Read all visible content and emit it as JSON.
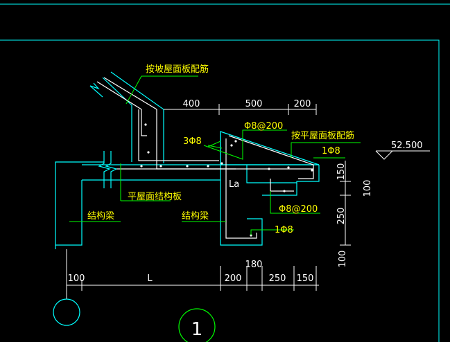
{
  "labels": {
    "slope_roof_rebar": "按坡屋面板配筋",
    "flat_roof_rebar": "按平屋面板配筋",
    "flat_roof_slab": "平屋面结构板",
    "beam_left": "结构梁",
    "beam_mid": "结构梁",
    "rebar_3phi8": "3Φ8",
    "rebar_phi8_200_top": "Φ8@200",
    "rebar_1phi8_top": "1Φ8",
    "rebar_phi8_200_mid": "Φ8@200",
    "rebar_1phi8_bottom": "1Φ8",
    "la": "La",
    "elevation": "52.500",
    "section_number": "1"
  },
  "top_dims": [
    "400",
    "500",
    "200"
  ],
  "right_dims": [
    "150",
    "100",
    "250",
    "100"
  ],
  "bottom_dims": [
    "100",
    "L",
    "200",
    "250",
    "150"
  ],
  "dim_180": "180",
  "colors": {
    "background": "#000000",
    "frame": "#00ffff",
    "concrete": "#00ffff",
    "rebar": "#ffffff",
    "leader": "#00ff00",
    "annotation": "#ffff00",
    "dimension": "#ffffff"
  }
}
